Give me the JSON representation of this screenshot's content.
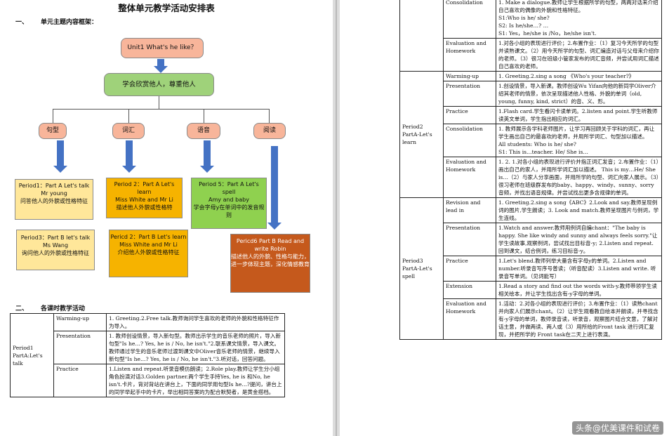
{
  "left": {
    "title": "整体单元教学活动安排表",
    "section1": {
      "num": "一、",
      "label": "单元主题内容框架："
    },
    "mindmap": {
      "root": "Unit1 What's he like？",
      "theme": "学会欣赏他人，尊重他人",
      "branches": [
        "句型",
        "词汇",
        "语音",
        "阅读"
      ],
      "p1": {
        "line1": "Period1：Part A Let's talk Mr young",
        "line2": "问答他人的外貌或性格特征"
      },
      "p3": {
        "line1": "Period3：Part B let's talk Ms Wang",
        "line2": "询问他人的外貌或性格特征"
      },
      "p2a": {
        "line1": "Period 2：Part A Let's learn",
        "line2": "Miss White and Mr Li",
        "line3": "描述他人外貌或性格特"
      },
      "p2b": {
        "line1": "Pericd 2：Part B Let's learn",
        "line2": "Miss White and Mr Li",
        "line3": "介绍他人外貌或性格特征"
      },
      "p5": {
        "line1": "Period 5：Part A Let's spell",
        "line2": "Amy and baby",
        "line3": "学会字母y在单词中的发音规则"
      },
      "p6": {
        "line1": "Pericd6 Part B Read and write Robin",
        "line2": "描述他人的外貌、性格与能力，进一步体现主题，深化情感教育"
      }
    },
    "section2": {
      "num": "二、",
      "label": "各课时教学活动"
    },
    "table": {
      "period": "Period1 PartA:Let's talk",
      "rows": [
        {
          "step": "Warming-up",
          "content": "1. Greeting.2.Free talk.教师询问学生喜欢的老师的外貌和性格特征作为导入。"
        },
        {
          "step": "Presentation",
          "content": "1. 教师创设情景，导入新句型。教师出示学生的音乐老师的照片，导入新句型\"Is he…?  Yes, he is / No, he isn't.\"2.联系课文情景，导入课文。教师通过学生的音乐老师过渡到课文中Oliver音乐老师的情景，继续导入新句型\"Is he…?  Yes, he is / No, he isn't.\"3.听对话，回答问题。"
        },
        {
          "step": "Practice",
          "content": "1.Listen and repeat.听录音模仿朗读；2.Role play.教师让学生分小组角色扮演对话3.Golden partner.两个学生手持Yes, he is 和No, he isn't.卡片，背对背站在讲台上，下面的同学用句型Is he…?提问，讲台上的同学举起手中的卡片，举出相同答案的为配合默契者，是黄金搭档。"
        }
      ]
    }
  },
  "right": {
    "rows": [
      {
        "period": "",
        "step": "Consolidation",
        "content": "1. Make a dialogue.教师让学生根据所学的句型，两两对话来介绍自己喜欢的偶像的外貌和性格特征。\nS1:Who is he/ she?\nS2:  Is he/she…?  …\nS1:  Yes，he/she is /No，he/she isn't."
      },
      {
        "period": "",
        "step": "Evaluation and Homework",
        "content": "1.对各小组的表现进行评价；2.布置作业：（1）复习今天所学的句型并读熟课文。（2）用今天所学的句型、词汇编造对话与父母来介绍你的老师。（3）很习在班级小管家发布的词汇音频，并尝试用词汇描述自己喜欢的老师。"
      },
      {
        "period": "Period2 PartA-Let's learn",
        "step": "Warming-up",
        "content": "1. Greeting.2.sing a song 《Who's your teacher?》"
      },
      {
        "period": "",
        "step": "Presentation",
        "content": "1.创设情景，导入新课。教师创设Wu Yifan向他的新同学Oliver介绍其老师的情景，依次呈现描述他人性格、外貌的单词（old, young, funny, kind, strict）的音、义、形。"
      },
      {
        "period": "",
        "step": "Practice",
        "content": "1.Flash card.学生看闪卡读单词。2.listen and point.学生听教师读英文单词，学生指出相应的词汇。"
      },
      {
        "period": "",
        "step": "Consolidation",
        "content": "1. 教师展示各学科老师图片，让学习再回顾关于学科的词汇，再让学生画出自己的最喜欢的老师，并用所学词汇、句型加以描述。\nAll students:  Who is he/ she?\nS1:  This is…teacher. He/ She is…"
      },
      {
        "period": "",
        "step": "Evaluation and Homework",
        "content": "1. 2. 1.对各小组的表现进行评价并指正词汇发音；2.布置作业：（1）画出自己的家人，并用所学词汇加以描述。 This is my…He/ She is…（2）与家人分享画面，并用所学的句型、词汇向家人展示。（3）很习老师在班级群发布的baby、happy、windy、sunny、sorry音频，并找出语音规律。并尝试找出更多含规律的单词。"
      },
      {
        "period": "Period3 PartA-Let's spell",
        "step": "Revision and lead in",
        "content": "1. Greeting.2.sing a song《ABC》2.Look and say.教师呈现例词的图片,学生朗读；3. Look and match.教师呈现图片与例词，学生连线。"
      },
      {
        "period": "",
        "step": "Presentation",
        "content": "1.Watch and answer.教师用例词自编chant：\"The baby is happy. She like windy and sunny and always feels sorry.\"让学生读故事,观察例词，尝试找出目标音-y; 2.Listen and repeat. 回到课文，结合例词，练习目标音-y。"
      },
      {
        "period": "",
        "step": "Practice",
        "content": "1.Let's blend.教师列举大量含有字母y的单词。2.Listen and number.听录音写序号普读；（听音配读）3.Listen and write. 听录音写单词。（见词能写）"
      },
      {
        "period": "",
        "step": "Extension",
        "content": "1.Read a story and find out the words with-y.教师带领学生读相关绘本，并让学生找出含有-y字母的单词。"
      },
      {
        "period": "",
        "step": "Evaluation and Homework",
        "content": "1.活动：2.对各小组的表现进行评价；3.布置作业：（1）读熟chant并向家人们展示chant。（2）让学生观看教自绘本并朗读，并寻找含有-y字母的单词，教师录音读，听录音，观察图片结合文意，了解对话主意，并做两读、两人或（3）用所给的Front task 进行词汇复现，并把所学的 Front task在二天上进行表演。"
      }
    ]
  },
  "watermark": "头条@优美课件和试卷"
}
